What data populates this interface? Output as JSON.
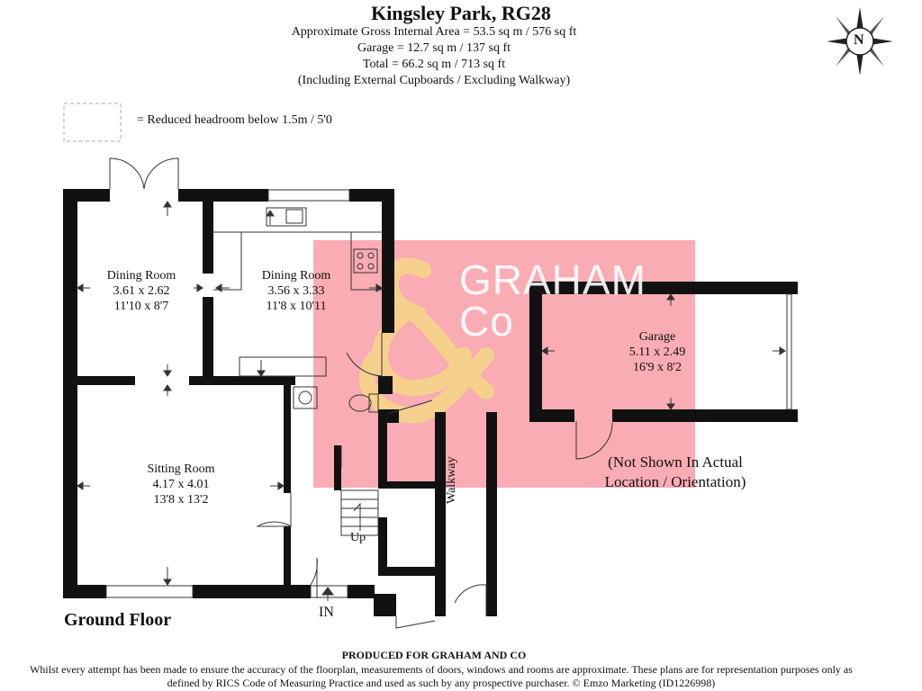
{
  "header": {
    "title": "Kingsley Park, RG28",
    "gross_area": "Approximate Gross Internal Area = 53.5 sq m / 576 sq ft",
    "garage_area": "Garage = 12.7 sq m / 137 sq ft",
    "total_area": "Total = 66.2 sq m / 713 sq ft",
    "note": "(Including External Cupboards / Excluding Walkway)"
  },
  "legend": {
    "text": "=   Reduced headroom below 1.5m / 5'0"
  },
  "compass": {
    "label": "N",
    "icon": "compass-icon"
  },
  "rooms": [
    {
      "name": "Dining Room",
      "metric": "3.61 x 2.62",
      "imperial": "11'10 x 8'7"
    },
    {
      "name": "Dining Room",
      "metric": "3.56 x 3.33",
      "imperial": "11'8 x 10'11"
    },
    {
      "name": "Sitting Room",
      "metric": "4.17 x 4.01",
      "imperial": "13'8 x 13'2"
    },
    {
      "name": "Garage",
      "metric": "5.11 x 2.49",
      "imperial": "16'9 x 8'2"
    }
  ],
  "labels": {
    "floor": "Ground Floor",
    "entrance": "IN",
    "stairs": "Up",
    "walkway": "Walkway",
    "not_shown_line1": "(Not Shown In Actual",
    "not_shown_line2": "Location / Orientation)"
  },
  "watermark": {
    "line1": "GRAHAM",
    "line2": "Co",
    "color": "#f8a3ab",
    "accent": "#f5d58a"
  },
  "footer": {
    "produced": "PRODUCED FOR GRAHAM AND CO",
    "disclaimer": "Whilst every attempt has been made to ensure the accuracy of the floorplan, measurements of doors, windows and rooms are approximate. These plans are for representation purposes only as defined by RICS Code of Measuring Practice and used as such by any prospective purchaser. © Emzo Marketing (ID1226998)"
  }
}
